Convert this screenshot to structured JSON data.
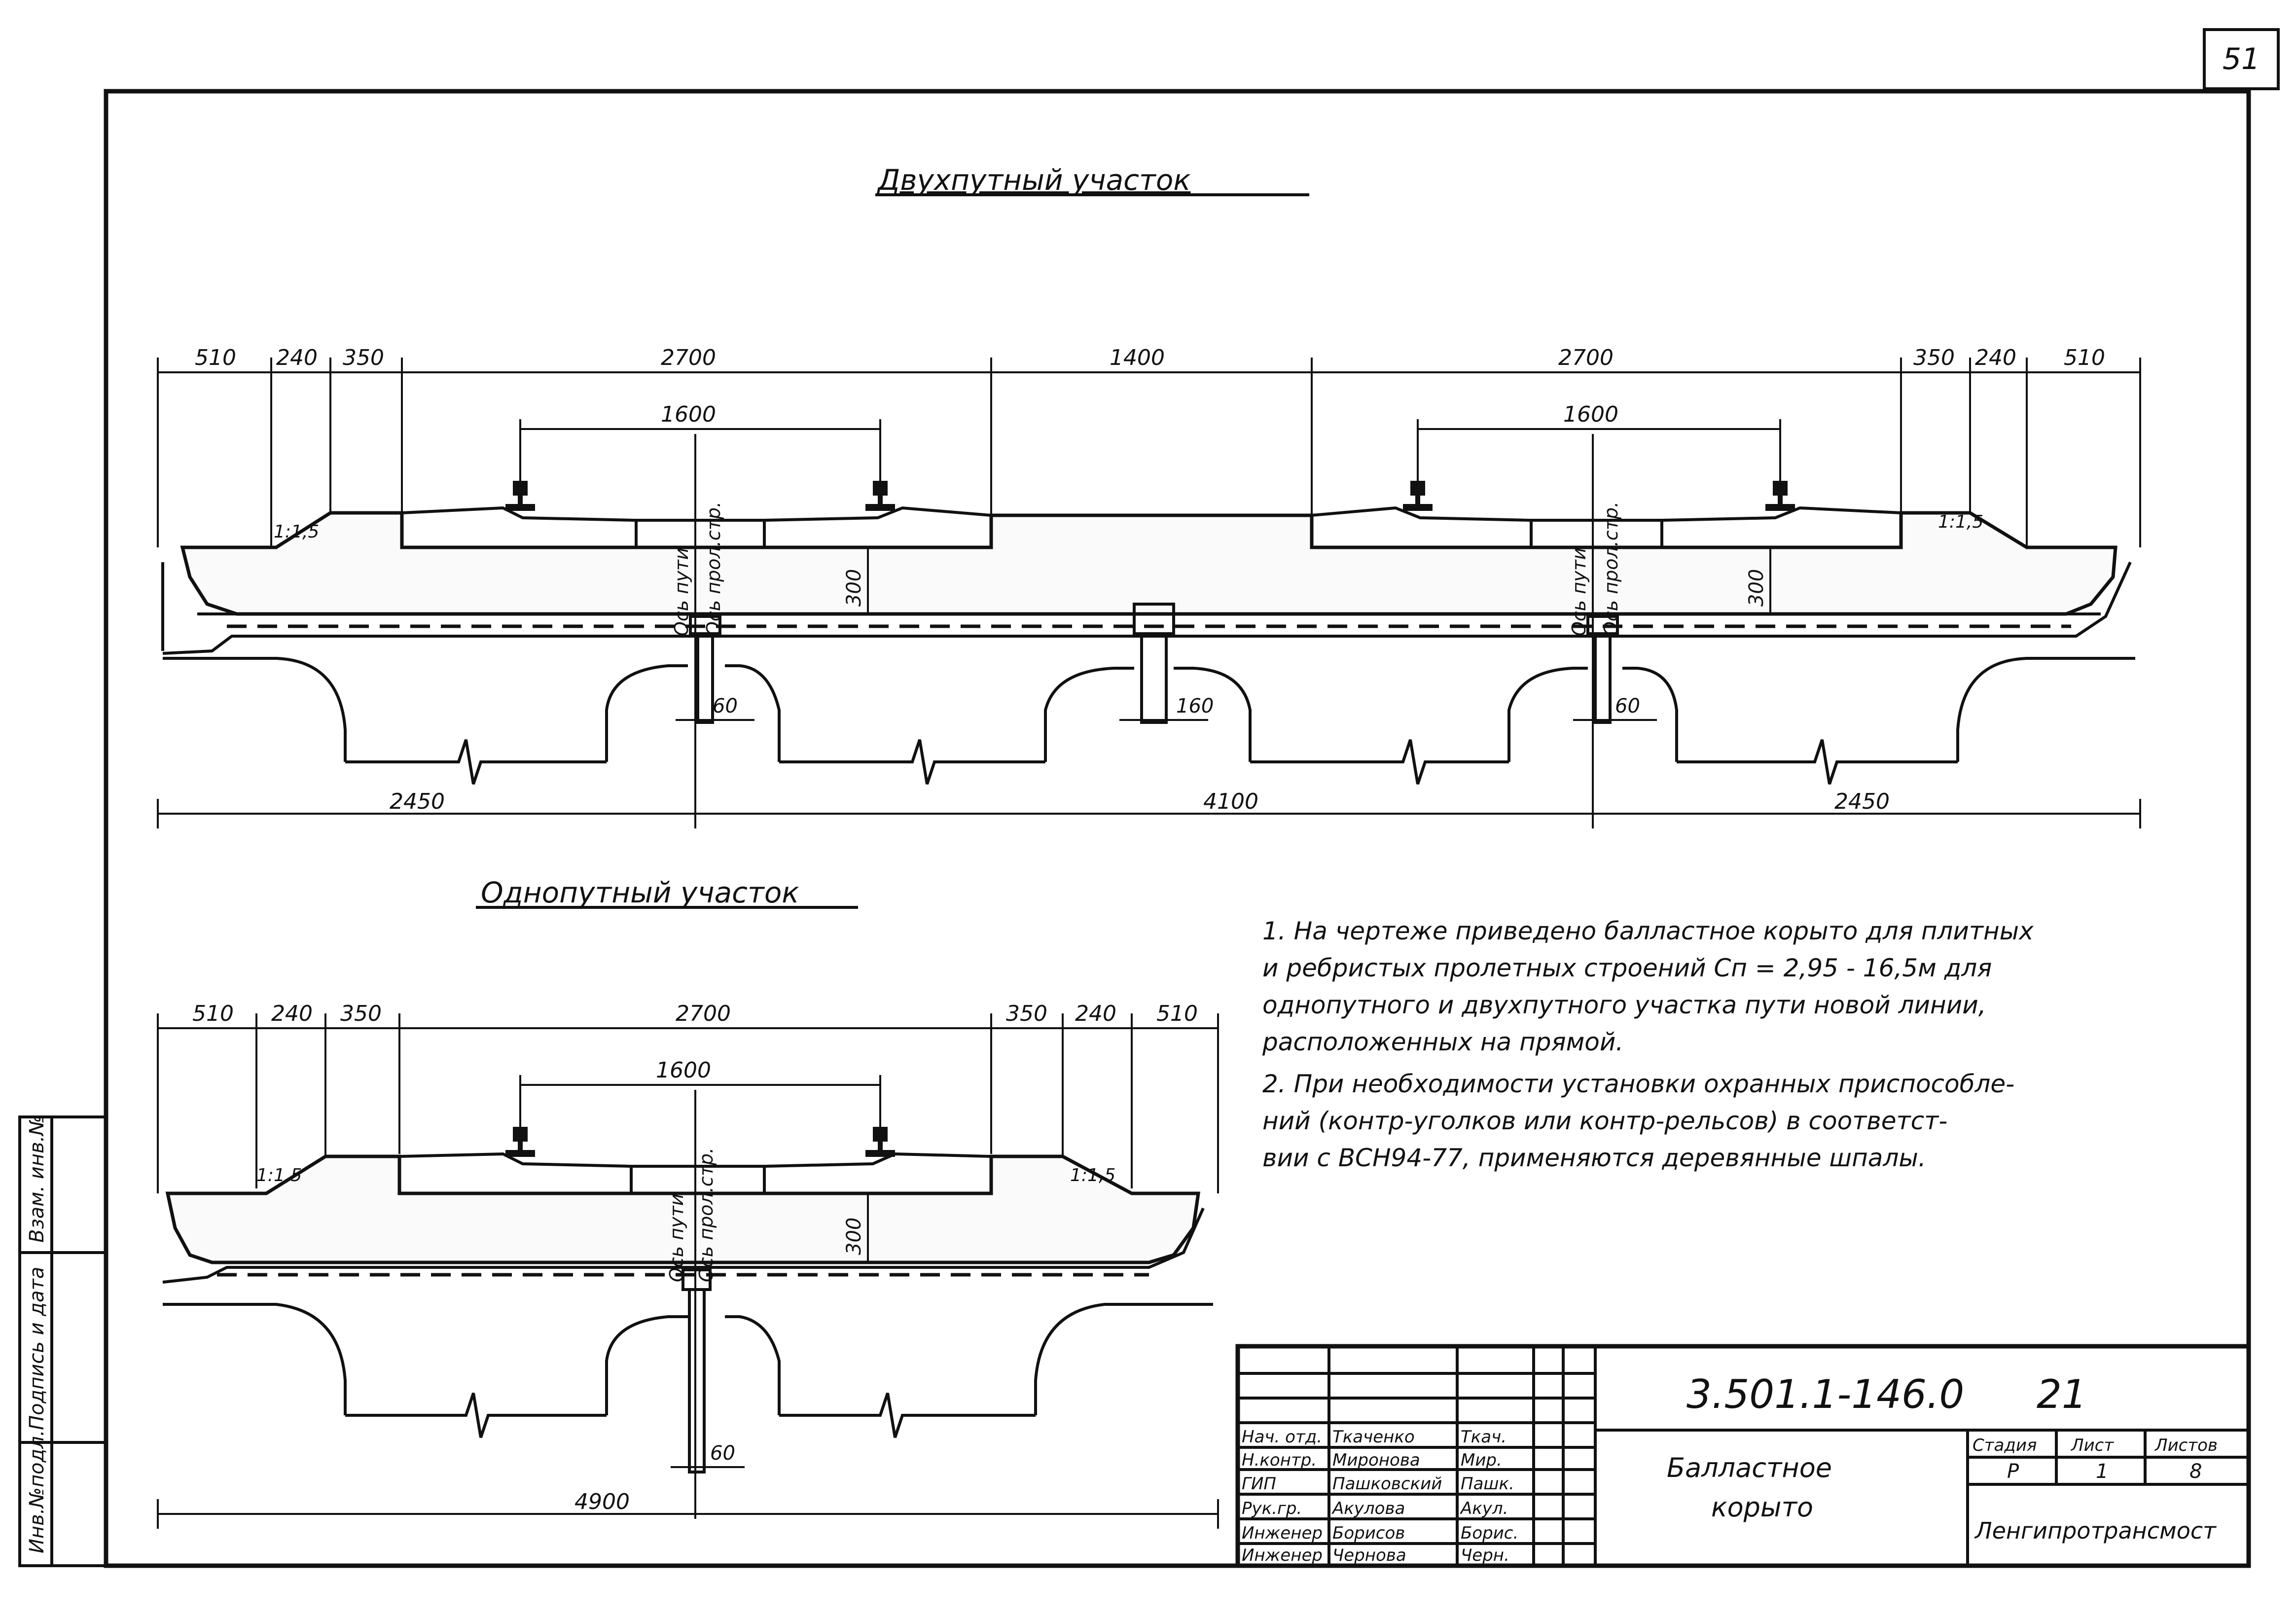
{
  "sheet_number": "51",
  "double_track": {
    "title": "Двухпутный участок",
    "top_dims": [
      "510",
      "240",
      "350",
      "2700",
      "1400",
      "2700",
      "350",
      "240",
      "510"
    ],
    "gauge": [
      "1600",
      "1600"
    ],
    "slope_left": "1:1,5",
    "slope_right": "1:1,5",
    "axis_track": "Ось пути",
    "axis_span": "Ось прол.стр.",
    "depth": [
      "300",
      "300"
    ],
    "joint_dims": [
      "60",
      "160",
      "60"
    ],
    "bottom_dims": [
      "2450",
      "4100",
      "2450"
    ]
  },
  "single_track": {
    "title": "Однопутный участок",
    "top_dims": [
      "510",
      "240",
      "350",
      "2700",
      "350",
      "240",
      "510"
    ],
    "gauge": "1600",
    "slope_left": "1:1,5",
    "slope_right": "1:1,5",
    "axis_track": "Ось пути",
    "axis_span": "Ось прол.стр.",
    "depth": "300",
    "joint_dim": "60",
    "bottom_dim": "4900"
  },
  "notes": [
    "1. На чертеже приведено балластное корыто для плитных",
    "и ребристых пролетных строений Cп = 2,95 - 16,5м для",
    "однопутного и двухпутного участка пути новой линии,",
    "расположенных на прямой.",
    "2. При необходимости установки охранных приспособле-",
    "ний (контр-уголков или контр-рельсов) в соответст-",
    "вии с ВСН94-77, применяются деревянные шпалы."
  ],
  "side_stamp": [
    "Инв.№подл.",
    "Подпись и дата",
    "Взам. инв.№"
  ],
  "title_block": {
    "designation": "3.501.1-146.0",
    "sheet_ref": "21",
    "rows": [
      {
        "role": "Нач. отд.",
        "name": "Ткаченко",
        "sign": "Ткач."
      },
      {
        "role": "Н.контр.",
        "name": "Миронова",
        "sign": "Мир."
      },
      {
        "role": "ГИП",
        "name": "Пашковский",
        "sign": "Пашк."
      },
      {
        "role": "Рук.гр.",
        "name": "Акулова",
        "sign": "Акул."
      },
      {
        "role": "Инженер",
        "name": "Борисов",
        "sign": "Борис."
      },
      {
        "role": "Инженер",
        "name": "Чернова",
        "sign": "Черн."
      }
    ],
    "doc_title": [
      "Балластное",
      "корыто"
    ],
    "stage_h": "Стадия",
    "sheet_h": "Лист",
    "sheets_h": "Листов",
    "stage": "Р",
    "sheet": "1",
    "sheets": "8",
    "org": "Ленгипротрансмост"
  }
}
